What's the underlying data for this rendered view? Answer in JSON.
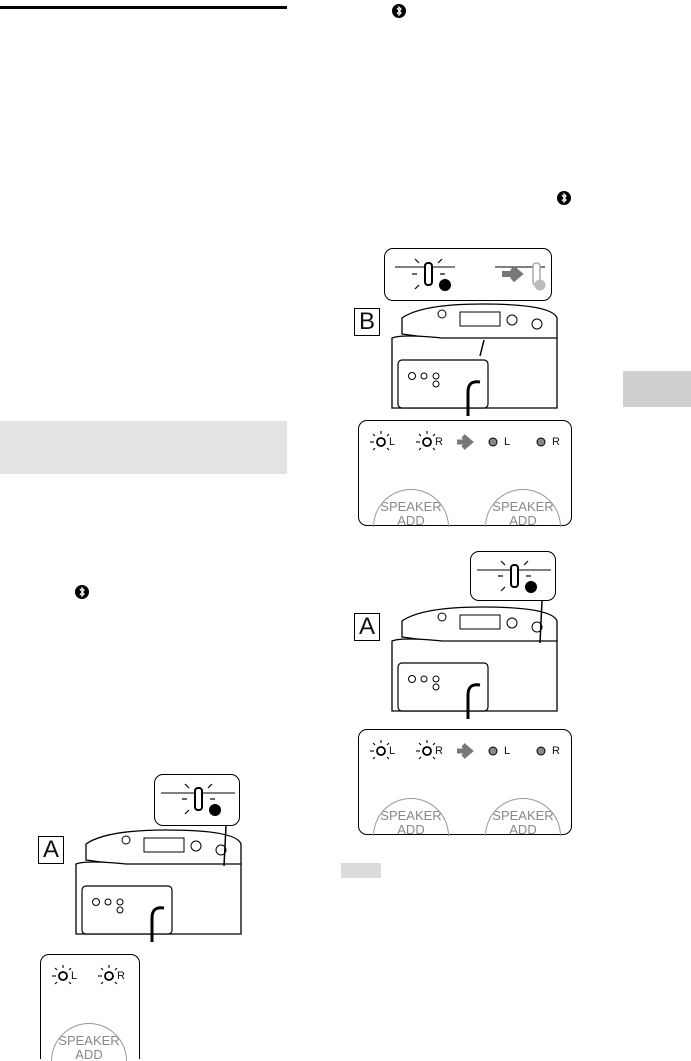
{
  "left_column": {
    "rule_visible": true,
    "shaded_heading_visible": true
  },
  "right_column": {
    "note_tab_visible": true,
    "side_tab_visible": true
  },
  "bluetooth_icon": "bluetooth-icon",
  "figure_b": {
    "box_label": "B",
    "left_lamp_labels": [
      "L",
      "R"
    ],
    "right_lamp_labels": [
      "L",
      "R"
    ],
    "button_label_line1": "SPEAKER",
    "button_label_line2": "ADD",
    "arrow_icon": "right-arrow-icon"
  },
  "figure_a_right": {
    "box_label": "A",
    "left_lamp_labels": [
      "L",
      "R"
    ],
    "right_lamp_labels": [
      "L",
      "R"
    ],
    "button_label_line1": "SPEAKER",
    "button_label_line2": "ADD",
    "arrow_icon": "right-arrow-icon"
  },
  "figure_a_left": {
    "box_label": "A",
    "lamp_labels": [
      "L",
      "R"
    ],
    "button_label_line1": "SPEAKER",
    "button_label_line2": "ADD"
  }
}
